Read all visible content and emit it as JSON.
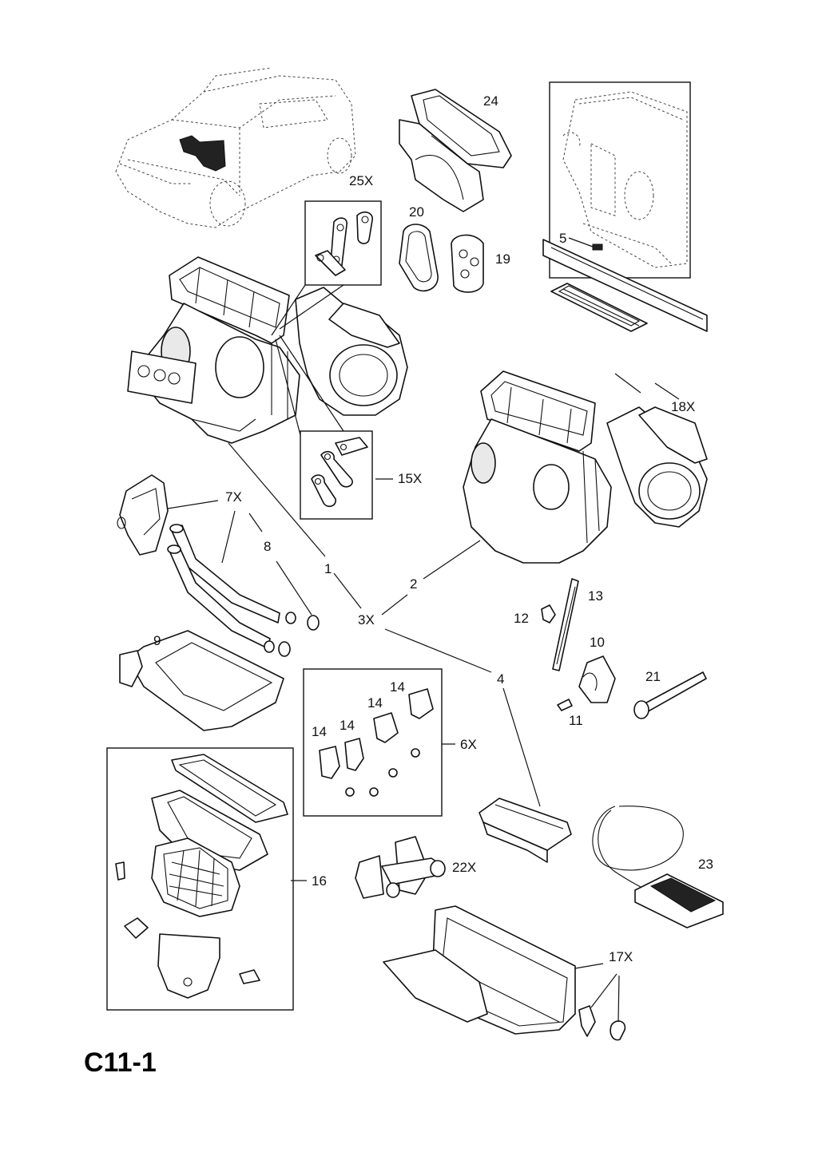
{
  "page_code": "C11-1",
  "callouts": {
    "c24": "24",
    "c25x": "25X",
    "c20": "20",
    "c19": "19",
    "c5": "5",
    "c18x": "18X",
    "c15x": "15X",
    "c7x": "7X",
    "c8": "8",
    "c1": "1",
    "c2": "2",
    "c3x": "3X",
    "c13": "13",
    "c12": "12",
    "c10": "10",
    "c9": "9",
    "c4": "4",
    "c21": "21",
    "c11": "11",
    "c14a": "14",
    "c14b": "14",
    "c14c": "14",
    "c14d": "14",
    "c6x": "6X",
    "c16": "16",
    "c22x": "22X",
    "c23": "23",
    "c17x": "17X"
  }
}
